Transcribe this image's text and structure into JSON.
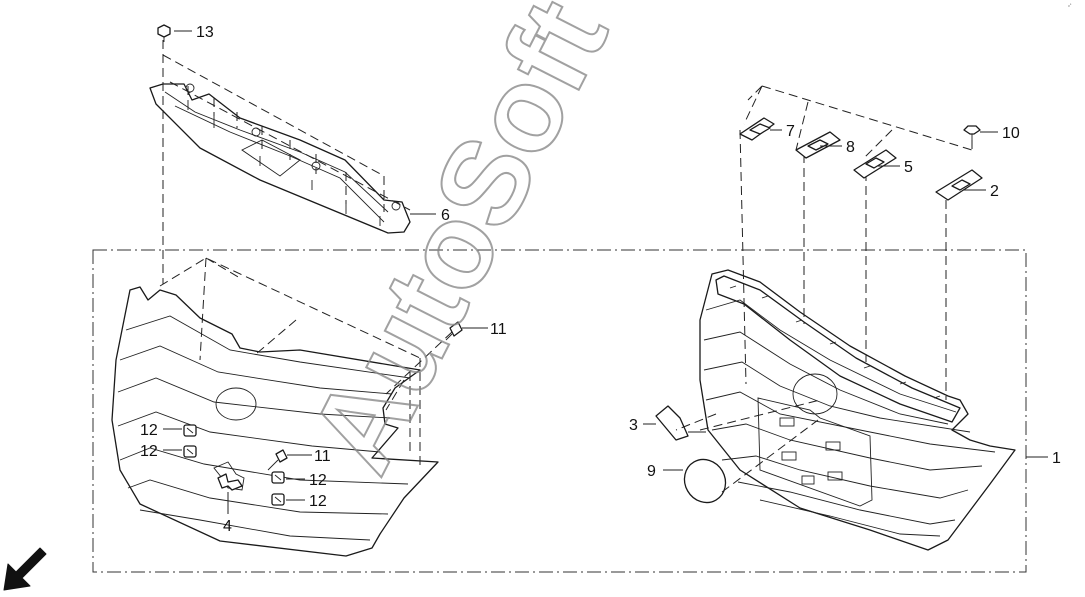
{
  "watermark": "AutoSoft",
  "corner_mark": "ᵒ˚",
  "labels": {
    "p1": "1",
    "p2": "2",
    "p3": "3",
    "p4": "4",
    "p5": "5",
    "p6": "6",
    "p7": "7",
    "p8": "8",
    "p9": "9",
    "p10": "10",
    "p11a": "11",
    "p11b": "11",
    "p12a": "12",
    "p12b": "12",
    "p12c": "12",
    "p12d": "12",
    "p13": "13"
  },
  "colors": {
    "line": "#1a1a1a",
    "watermark": "#8a8a8a",
    "background": "#ffffff"
  },
  "icons": {
    "front": "front-direction-arrow-icon"
  }
}
